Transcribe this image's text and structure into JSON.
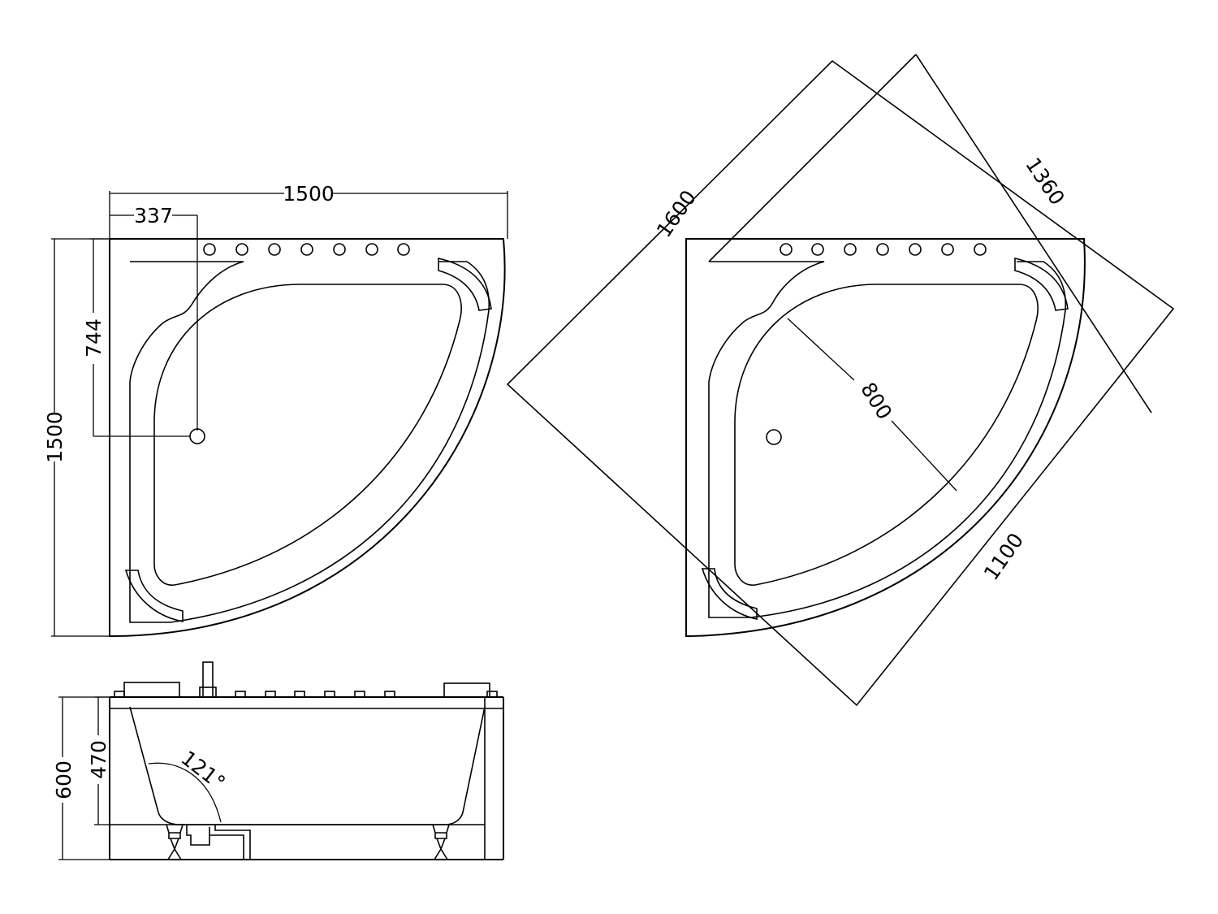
{
  "top_view": {
    "width_label": "1500",
    "drain_offset_x_label": "337",
    "drain_offset_y_label": "744",
    "height_label": "1500"
  },
  "rotated_view": {
    "diagonal_a_label": "1600",
    "diagonal_b_label": "1360",
    "inner_depth_label": "800",
    "inner_width_label": "1100"
  },
  "side_view": {
    "total_height_label": "600",
    "inner_depth_label": "470",
    "angle_label": "121°"
  }
}
